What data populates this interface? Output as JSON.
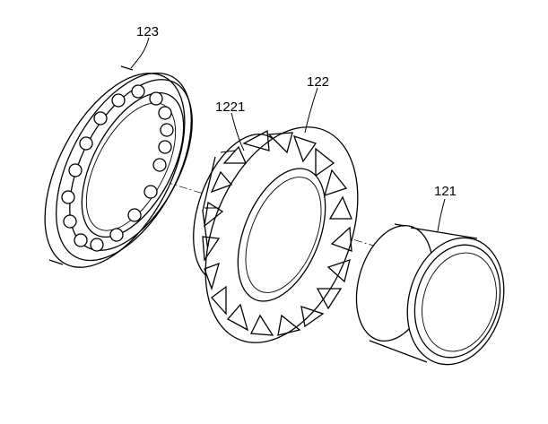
{
  "figure": {
    "labels": {
      "outer_bearing": "123",
      "bevel_gear": "122",
      "gear_hub": "1221",
      "bushing": "121"
    }
  }
}
